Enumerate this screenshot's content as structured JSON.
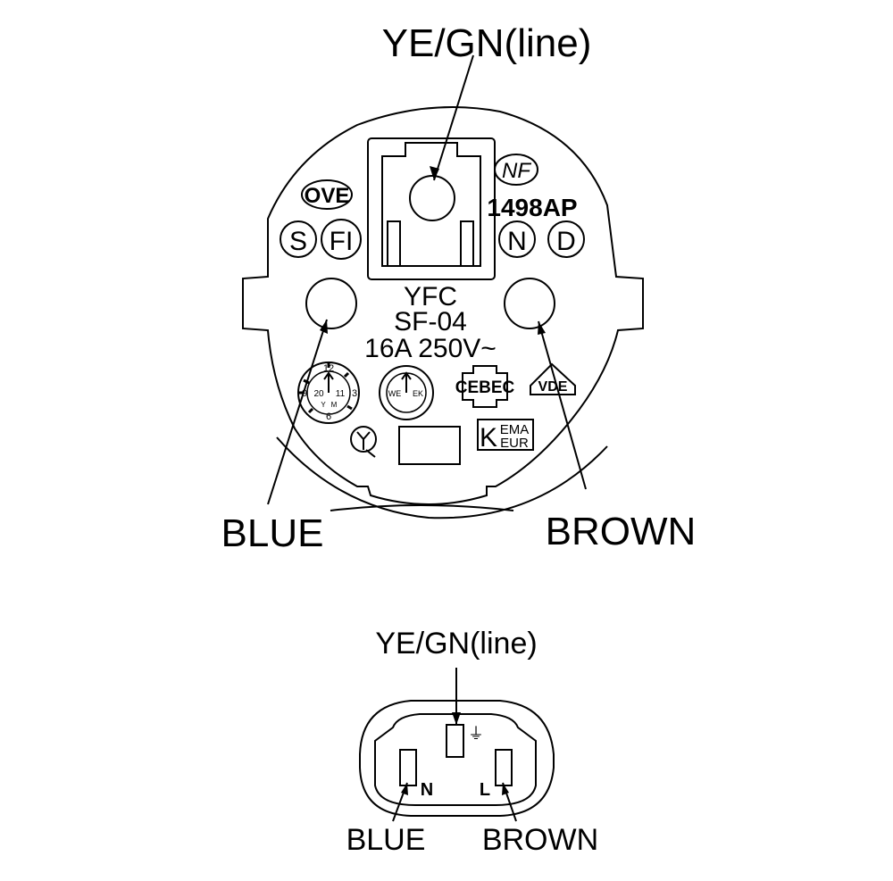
{
  "plug_face": {
    "top_label": "YE/GN(line)",
    "left_label": "BLUE",
    "right_label": "BROWN",
    "center_marking": [
      "YFC",
      "SF-04",
      "16A 250V~"
    ],
    "approval_marks": {
      "ove": "OVE",
      "s": "S",
      "fi": "FI",
      "nf": "NF",
      "code": "1498AP",
      "n": "N",
      "d": "D",
      "cebec": "CEBEC",
      "kema_k": "K",
      "kema_top": "EMA",
      "kema_bottom": "EUR",
      "vde": "VDE",
      "date_year": "20",
      "date_digits": "11",
      "date_y": "Y",
      "date_m": "M",
      "date_12": "12",
      "date_3": "3",
      "date_6": "6",
      "date_9": "9",
      "week_left": "WE",
      "week_right": "EK"
    }
  },
  "socket_face": {
    "top_label": "YE/GN(line)",
    "left_label": "BLUE",
    "right_label": "BROWN",
    "pin_n": "N",
    "pin_l": "L",
    "earth_symbol": "⏚"
  }
}
